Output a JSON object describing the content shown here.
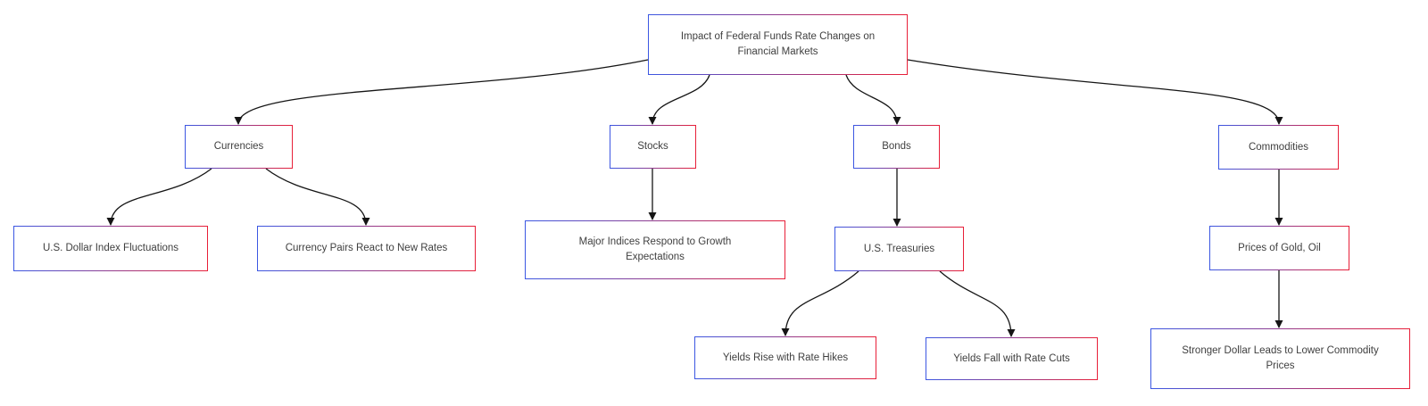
{
  "diagram": {
    "type": "flowchart",
    "colors": {
      "border_gradient_start": "#3b57e3",
      "border_gradient_end": "#e81f38",
      "edge": "#151515",
      "text": "#3f3f3f",
      "background": "#ffffff"
    },
    "nodes": {
      "root": {
        "label": "Impact of Federal Funds Rate Changes on Financial Markets"
      },
      "currencies": {
        "label": "Currencies"
      },
      "stocks": {
        "label": "Stocks"
      },
      "bonds": {
        "label": "Bonds"
      },
      "commodities": {
        "label": "Commodities"
      },
      "usd_index": {
        "label": "U.S. Dollar Index Fluctuations"
      },
      "currency_pairs": {
        "label": "Currency Pairs React to New Rates"
      },
      "major_indices": {
        "label": "Major Indices Respond to Growth Expectations"
      },
      "treasuries": {
        "label": "U.S. Treasuries"
      },
      "gold_oil": {
        "label": "Prices of Gold, Oil"
      },
      "yields_rise": {
        "label": "Yields Rise with Rate Hikes"
      },
      "yields_fall": {
        "label": "Yields Fall with Rate Cuts"
      },
      "stronger_dollar": {
        "label": "Stronger Dollar Leads to Lower Commodity Prices"
      }
    },
    "edges": [
      {
        "from": "root",
        "to": "currencies"
      },
      {
        "from": "root",
        "to": "stocks"
      },
      {
        "from": "root",
        "to": "bonds"
      },
      {
        "from": "root",
        "to": "commodities"
      },
      {
        "from": "currencies",
        "to": "usd_index"
      },
      {
        "from": "currencies",
        "to": "currency_pairs"
      },
      {
        "from": "stocks",
        "to": "major_indices"
      },
      {
        "from": "bonds",
        "to": "treasuries"
      },
      {
        "from": "treasuries",
        "to": "yields_rise"
      },
      {
        "from": "treasuries",
        "to": "yields_fall"
      },
      {
        "from": "commodities",
        "to": "gold_oil"
      },
      {
        "from": "gold_oil",
        "to": "stronger_dollar"
      }
    ]
  }
}
